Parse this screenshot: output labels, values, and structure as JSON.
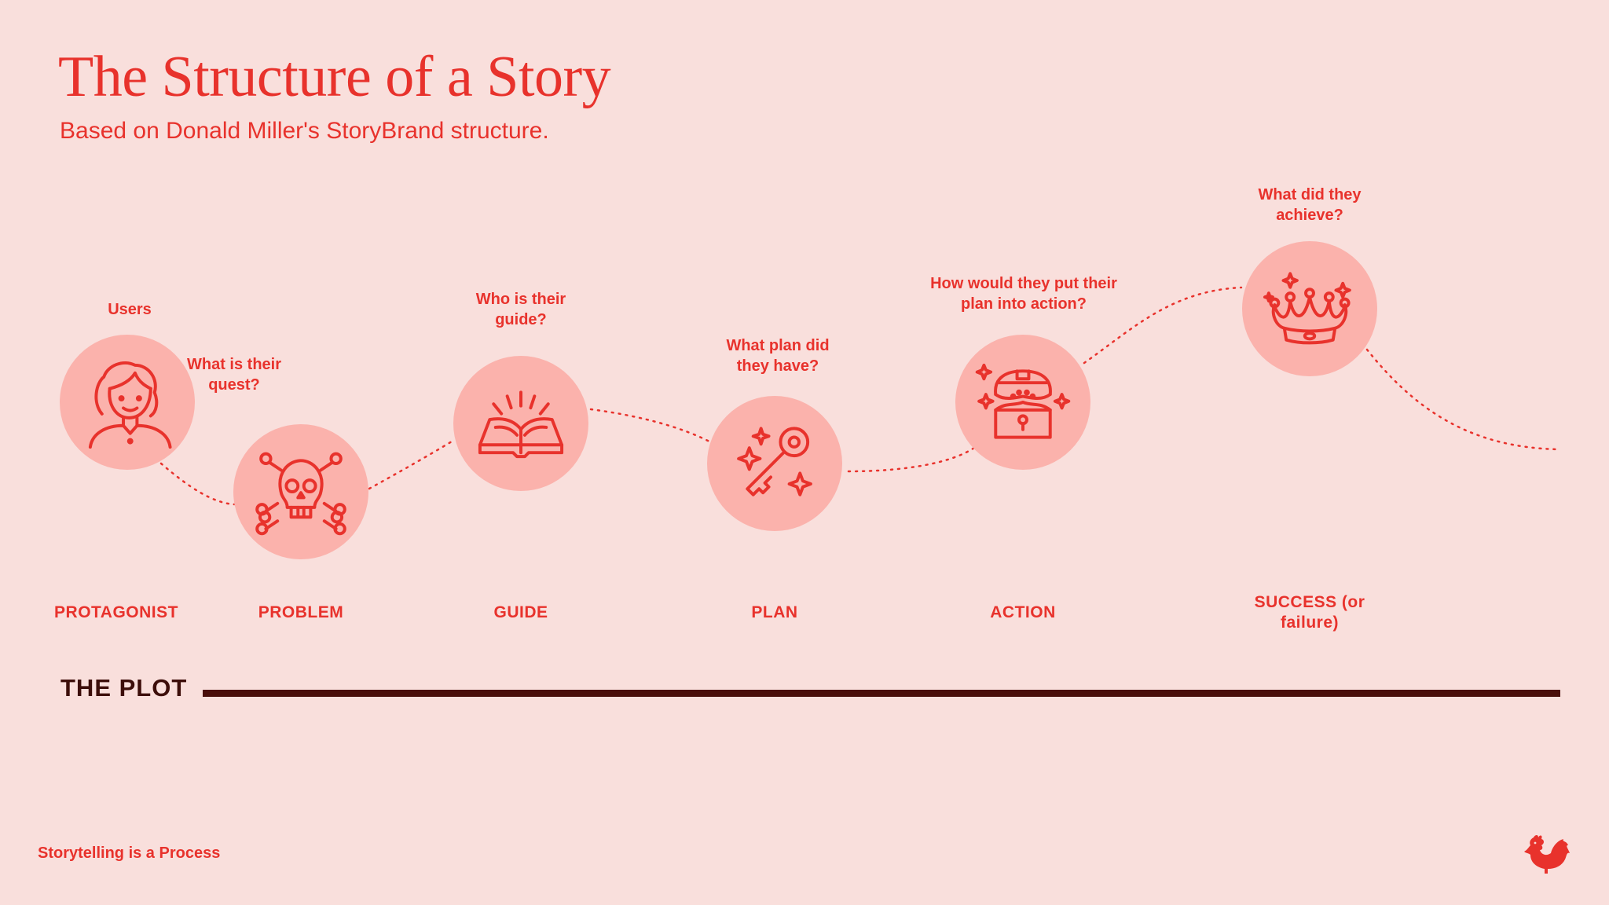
{
  "header": {
    "title": "The Structure of a Story",
    "subtitle": "Based on Donald Miller's StoryBrand structure."
  },
  "stages": [
    {
      "label": "PROTAGONIST",
      "question": "Users",
      "icon": "person-icon"
    },
    {
      "label": "PROBLEM",
      "question": "What is their quest?",
      "icon": "skull-crossbones-icon"
    },
    {
      "label": "GUIDE",
      "question": "Who is their guide?",
      "icon": "open-book-icon"
    },
    {
      "label": "PLAN",
      "question": "What plan did they have?",
      "icon": "key-icon"
    },
    {
      "label": "ACTION",
      "question": "How would they put their plan into action?",
      "icon": "treasure-chest-icon"
    },
    {
      "label": "SUCCESS (or failure)",
      "question": "What did they achieve?",
      "icon": "crown-icon"
    }
  ],
  "plot": {
    "label": "THE PLOT"
  },
  "footer": {
    "text": "Storytelling is a Process",
    "logo": "rooster-logo-icon"
  },
  "colors": {
    "background": "#f9dfdc",
    "accent": "#e8322c",
    "circle_fill": "#fbb2ac",
    "plot_bar": "#4a0e0a"
  }
}
